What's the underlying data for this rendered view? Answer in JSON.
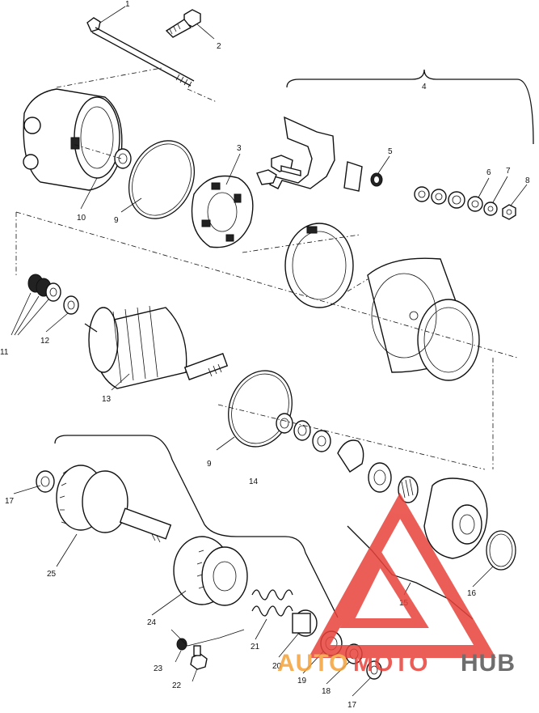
{
  "diagram": {
    "callouts": [
      "1",
      "2",
      "3",
      "4",
      "5",
      "6",
      "7",
      "8",
      "9",
      "10",
      "11",
      "12",
      "13",
      "9",
      "14",
      "15",
      "16",
      "17",
      "25",
      "24",
      "21",
      "20",
      "19",
      "18",
      "17",
      "23",
      "22"
    ]
  },
  "watermark": {
    "word_part1": "AUTO",
    "word_part2": "MOTO",
    "word_part3": "HUB",
    "color_primary": "#e8433b",
    "color_secondary": "#f4a23a",
    "color_dark": "#555555"
  }
}
